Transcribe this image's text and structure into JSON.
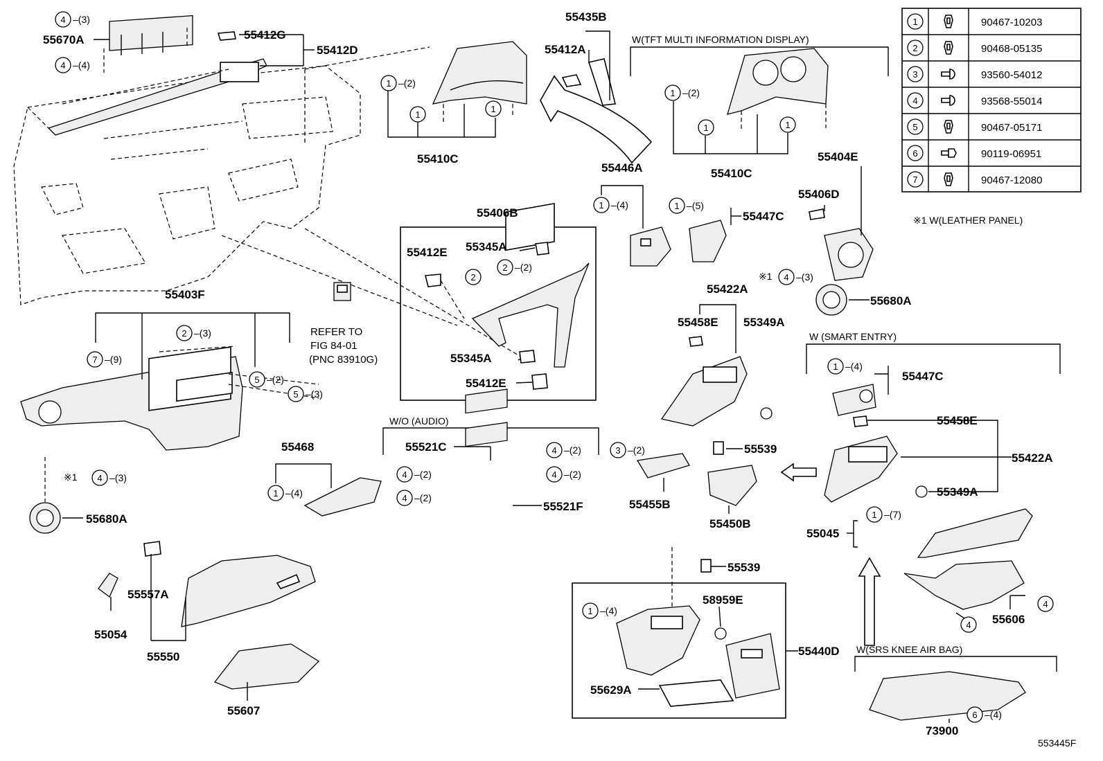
{
  "diagram_code": "553445F",
  "part_labels": {
    "p55670A": "55670A",
    "p55412G": "55412G",
    "p55412D": "55412D",
    "p55435B": "55435B",
    "p55412A": "55412A",
    "p55410C_left": "55410C",
    "p55410C_right": "55410C",
    "p55446A": "55446A",
    "p55447C_top": "55447C",
    "p55404E": "55404E",
    "p55406D": "55406D",
    "p55406B": "55406B",
    "p55412E_top": "55412E",
    "p55345A_top": "55345A",
    "p55345A_bottom": "55345A",
    "p55412E_bottom": "55412E",
    "p55403F": "55403F",
    "p55422A_top": "55422A",
    "p55458E_top": "55458E",
    "p55349A_top": "55349A",
    "p55680A_right": "55680A",
    "p55680A_left": "55680A",
    "p55468": "55468",
    "p55521C": "55521C",
    "p55521F": "55521F",
    "p55539_top": "55539",
    "p55455B": "55455B",
    "p55450B": "55450B",
    "p55447C_right": "55447C",
    "p55458E_right": "55458E",
    "p55422A_right": "55422A",
    "p55349A_right": "55349A",
    "p55045": "55045",
    "p55557A": "55557A",
    "p55054": "55054",
    "p55550": "55550",
    "p55607": "55607",
    "p55539_bottom": "55539",
    "p58959E": "58959E",
    "p55440D": "55440D",
    "p55629A": "55629A",
    "p55606": "55606",
    "p73900": "73900"
  },
  "notes": {
    "tft_display": "W(TFT MULTI INFORMATION DISPLAY)",
    "leather_panel": "※1 W(LEATHER PANEL)",
    "refer_line1": "REFER TO",
    "refer_line2": "FIG 84-01",
    "refer_line3": "(PNC 83910G)",
    "wo_audio": "W/O (AUDIO)",
    "smart_entry": "W (SMART ENTRY)",
    "srs_knee": "W(SRS KNEE AIR BAG)",
    "mark_1": "※1"
  },
  "callouts": {
    "c_4_3_top": {
      "num": "4",
      "qty": "(3)"
    },
    "c_4_4_top": {
      "num": "4",
      "qty": "(4)"
    },
    "c_1_2_meter": {
      "num": "1",
      "qty": "(2)"
    },
    "c_1_meter_a": {
      "num": "1",
      "qty": ""
    },
    "c_1_meter_b": {
      "num": "1",
      "qty": ""
    },
    "c_1_2_tft": {
      "num": "1",
      "qty": "(2)"
    },
    "c_1_tft_a": {
      "num": "1",
      "qty": ""
    },
    "c_1_tft_b": {
      "num": "1",
      "qty": ""
    },
    "c_1_4_446a": {
      "num": "1",
      "qty": "(4)"
    },
    "c_1_5_447c": {
      "num": "1",
      "qty": "(5)"
    },
    "c_4_3_680a": {
      "num": "4",
      "qty": "(3)"
    },
    "c_2_406b": {
      "num": "2",
      "qty": ""
    },
    "c_2_2_406b": {
      "num": "2",
      "qty": "(2)"
    },
    "c_2_3_403f": {
      "num": "2",
      "qty": "(3)"
    },
    "c_7_9_403f": {
      "num": "7",
      "qty": "(9)"
    },
    "c_5_2_403f": {
      "num": "5",
      "qty": "(2)"
    },
    "c_5_3_403f": {
      "num": "5",
      "qty": "(3)"
    },
    "c_4_3_left": {
      "num": "4",
      "qty": "(3)"
    },
    "c_1_4_468": {
      "num": "1",
      "qty": "(4)"
    },
    "c_4_2_521a": {
      "num": "4",
      "qty": "(2)"
    },
    "c_4_2_521b": {
      "num": "4",
      "qty": "(2)"
    },
    "c_4_2_521c": {
      "num": "4",
      "qty": "(2)"
    },
    "c_4_2_521d": {
      "num": "4",
      "qty": "(2)"
    },
    "c_3_2_455b": {
      "num": "3",
      "qty": "(2)"
    },
    "c_1_4_447c_se": {
      "num": "1",
      "qty": "(4)"
    },
    "c_1_7_045": {
      "num": "1",
      "qty": "(7)"
    },
    "c_1_4_440d": {
      "num": "1",
      "qty": "(4)"
    },
    "c_4_606a": {
      "num": "4",
      "qty": ""
    },
    "c_4_606b": {
      "num": "4",
      "qty": ""
    },
    "c_6_4_900": {
      "num": "6",
      "qty": "(4)"
    }
  },
  "fastener_table": [
    {
      "num": "1",
      "part": "90467-10203",
      "icon": "clip-icon"
    },
    {
      "num": "2",
      "part": "90468-05135",
      "icon": "clip-icon"
    },
    {
      "num": "3",
      "part": "93560-54012",
      "icon": "screw-icon"
    },
    {
      "num": "4",
      "part": "93568-55014",
      "icon": "screw-icon"
    },
    {
      "num": "5",
      "part": "90467-05171",
      "icon": "clip-icon"
    },
    {
      "num": "6",
      "part": "90119-06951",
      "icon": "bolt-icon"
    },
    {
      "num": "7",
      "part": "90467-12080",
      "icon": "clip-icon"
    }
  ]
}
